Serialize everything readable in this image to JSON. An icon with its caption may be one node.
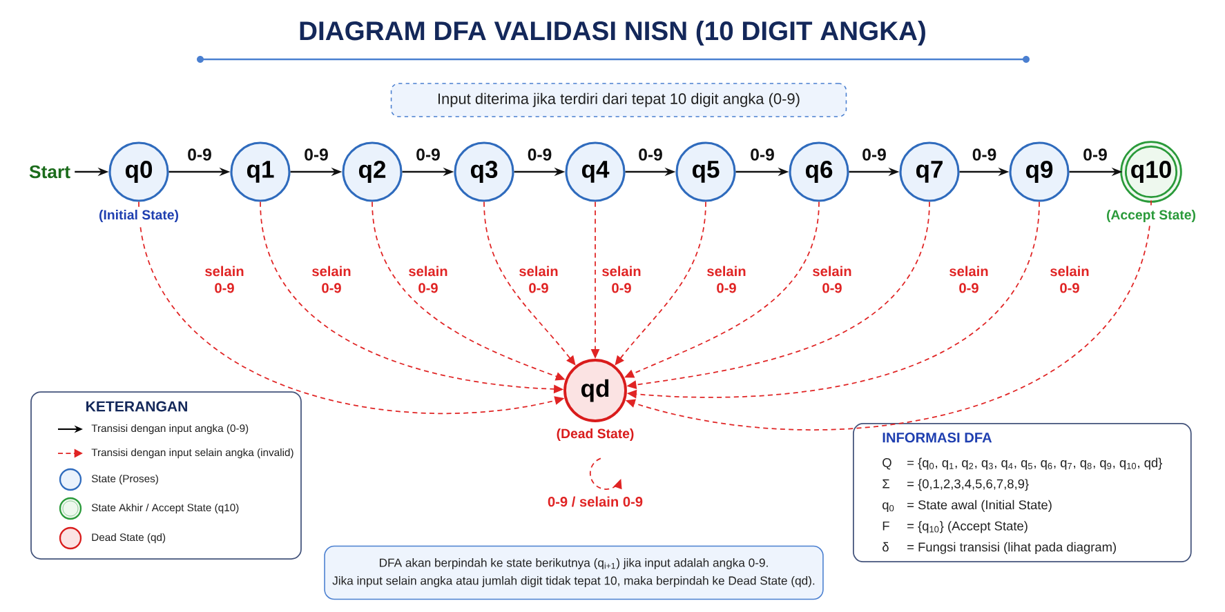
{
  "diagram": {
    "title": "DIAGRAM DFA VALIDASI NISN (10 DIGIT ANGKA)",
    "nodes": [
      {
        "text": [
          "Input diterima jika terdiri dari tepat 10 digit angka (0-9)"
        ]
      },
      {
        "text": [
          "Start"
        ]
      },
      {
        "text": [
          "q0"
        ],
        "beside": [
          "(Initial State)"
        ]
      },
      {
        "text": [
          "q1"
        ]
      },
      {
        "text": [
          "q2"
        ]
      },
      {
        "text": [
          "q3"
        ]
      },
      {
        "text": [
          "q4"
        ]
      },
      {
        "text": [
          "q5"
        ]
      },
      {
        "text": [
          "q6"
        ]
      },
      {
        "text": [
          "q7"
        ]
      },
      {
        "text": [
          "q9"
        ]
      },
      {
        "text": [
          "q10"
        ],
        "beside": [
          "(Accept State)"
        ]
      },
      {
        "text": [
          "qd"
        ],
        "beside": [
          "(Dead State)"
        ]
      },
      {
        "text": [
          "INFORMASI DFA",
          "Q",
          "= {q$_{0}$, q$_{1}$, q$_{2}$, q$_{3}$, q$_{4}$, q$_{5}$, q$_{6}$, q$_{7}$, q$_{8}$, q$_{9}$, q$_{10}$, qd}",
          "Σ",
          "= {0,1,2,3,4,5,6,7,8,9}",
          "q$_{0}$",
          "= State awal (Initial State)",
          "F",
          "= {q$_{10}$} (Accept State)",
          "δ",
          "= Fungsi transisi (lihat pada diagram)"
        ]
      },
      {
        "text": [
          "DFA akan berpindah ke state berikutnya (q$_{i+1}$) jika input adalah angka 0-9.",
          "Jika input selain angka atau jumlah digit tidak tepat 10, maka berpindah ke Dead State (qd)."
        ]
      }
    ],
    "edges": [
      {
        "from": 1,
        "to": 2,
        "arrow": "to",
        "color": "#111111"
      },
      {
        "from": 2,
        "to": 3,
        "arrow": "to",
        "label": "0-9",
        "color": "#111111"
      },
      {
        "from": 3,
        "to": 4,
        "arrow": "to",
        "label": "0-9",
        "color": "#111111"
      },
      {
        "from": 4,
        "to": 5,
        "arrow": "to",
        "label": "0-9",
        "color": "#111111"
      },
      {
        "from": 5,
        "to": 6,
        "arrow": "to",
        "label": "0-9",
        "color": "#111111"
      },
      {
        "from": 6,
        "to": 7,
        "arrow": "to",
        "label": "0-9",
        "color": "#111111"
      },
      {
        "from": 7,
        "to": 8,
        "arrow": "to",
        "label": "0-9",
        "color": "#111111"
      },
      {
        "from": 8,
        "to": 9,
        "arrow": "to",
        "label": "0-9",
        "color": "#111111"
      },
      {
        "from": 9,
        "to": 10,
        "arrow": "to",
        "label": "0-9",
        "color": "#111111"
      },
      {
        "from": 10,
        "to": 11,
        "arrow": "to",
        "label": "0-9",
        "color": "#111111"
      },
      {
        "from": 2,
        "to": 12,
        "arrow": "to",
        "label": "selain 0-9",
        "style": "dashed"
      },
      {
        "from": 3,
        "to": 12,
        "arrow": "to",
        "label": "selain 0-9",
        "style": "dashed"
      },
      {
        "from": 4,
        "to": 12,
        "arrow": "to",
        "label": "selain 0-9",
        "style": "dashed"
      },
      {
        "from": 5,
        "to": 12,
        "arrow": "to",
        "label": "selain 0-9",
        "style": "dashed"
      },
      {
        "from": 6,
        "to": 12,
        "arrow": "to",
        "label": "selain 0-9",
        "style": "dashed"
      },
      {
        "from": 7,
        "to": 12,
        "arrow": "to",
        "label": "selain 0-9",
        "style": "dashed"
      },
      {
        "from": 8,
        "to": 12,
        "arrow": "to",
        "label": "selain 0-9",
        "style": "dashed"
      },
      {
        "from": 9,
        "to": 12,
        "arrow": "to",
        "label": "selain 0-9",
        "style": "dashed"
      },
      {
        "from": 10,
        "to": 12,
        "arrow": "to",
        "label": "selain 0-9",
        "style": "dashed"
      },
      {
        "from": 11,
        "to": 12,
        "arrow": "to",
        "style": "dashed"
      },
      {
        "from": 12,
        "to": 12,
        "arrow": "to",
        "label": "0-9 / selain 0-9",
        "style": "dashed"
      }
    ],
    "labels": [
      "KETERANGAN"
    ],
    "legend": [
      {
        "text": "Transisi dengan input angka (0-9)"
      },
      {
        "text": "Transisi dengan input selain angka (invalid)"
      },
      {
        "text": "State (Proses)"
      },
      {
        "text": "State Akhir / Accept State (q10)"
      },
      {
        "text": "Dead State (qd)"
      }
    ]
  }
}
